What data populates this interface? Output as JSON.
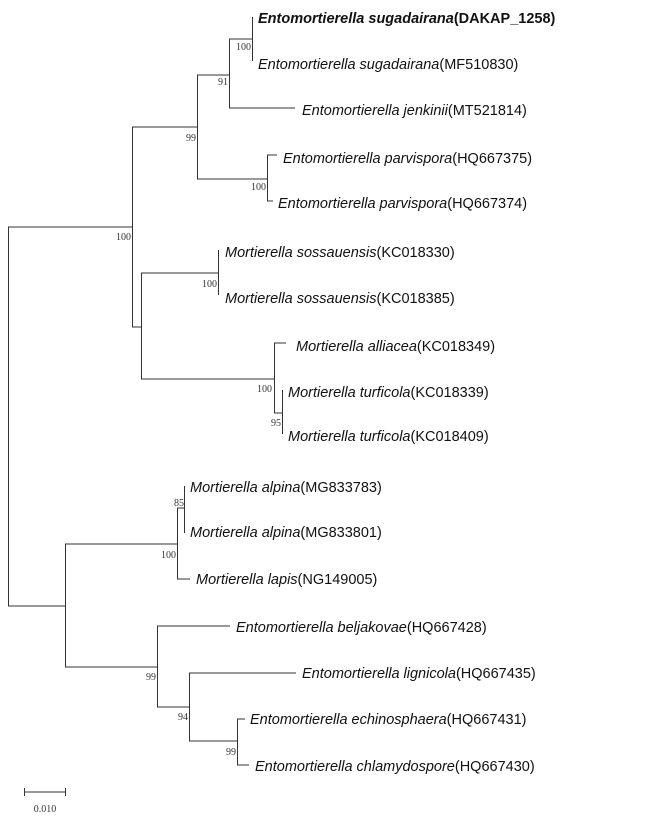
{
  "tree": {
    "leaves": [
      {
        "species": "Entomortierella sugadairana",
        "accession": "(DAKAP_1258)"
      },
      {
        "species": "Entomortierella sugadairana",
        "accession": "(MF510830)"
      },
      {
        "species": "Entomortierella jenkinii",
        "accession": "(MT521814)"
      },
      {
        "species": "Entomortierella parvispora",
        "accession": "(HQ667375)"
      },
      {
        "species": "Entomortierella parvispora",
        "accession": "(HQ667374)"
      },
      {
        "species": "Mortierella sossauensis",
        "accession": "(KC018330)"
      },
      {
        "species": "Mortierella sossauensis",
        "accession": "(KC018385)"
      },
      {
        "species": "Mortierella alliacea",
        "accession": "(KC018349)"
      },
      {
        "species": "Mortierella turficola",
        "accession": "(KC018339)"
      },
      {
        "species": "Mortierella turficola",
        "accession": "(KC018409)"
      },
      {
        "species": "Mortierella alpina",
        "accession": "(MG833783)"
      },
      {
        "species": "Mortierella alpina",
        "accession": "(MG833801)"
      },
      {
        "species": "Mortierella lapis",
        "accession": "(NG149005)"
      },
      {
        "species": "Entomortierella beljakovae",
        "accession": "(HQ667428)"
      },
      {
        "species": "Entomortierella lignicola",
        "accession": "(HQ667435)"
      },
      {
        "species": "Entomortierella echinosphaera",
        "accession": "(HQ667431)"
      },
      {
        "species": "Entomortierella chlamydospore",
        "accession": "(HQ667430)"
      }
    ],
    "bootstrap": {
      "upper_clade": "100",
      "entomortierella_upper": "99",
      "jenkinii_node": "91",
      "sugadairana_node": "100",
      "parvispora_node": "100",
      "sossauensis_node": "100",
      "alliacea_node": "100",
      "turficola_node": "95",
      "alpina_lapis_node": "100",
      "alpina_node": "85",
      "entomortierella_lower": "99",
      "lignicola_node": "94",
      "echino_chlamy_node": "99"
    },
    "scale_bar": {
      "label": "0.010",
      "value": 0.01
    }
  }
}
